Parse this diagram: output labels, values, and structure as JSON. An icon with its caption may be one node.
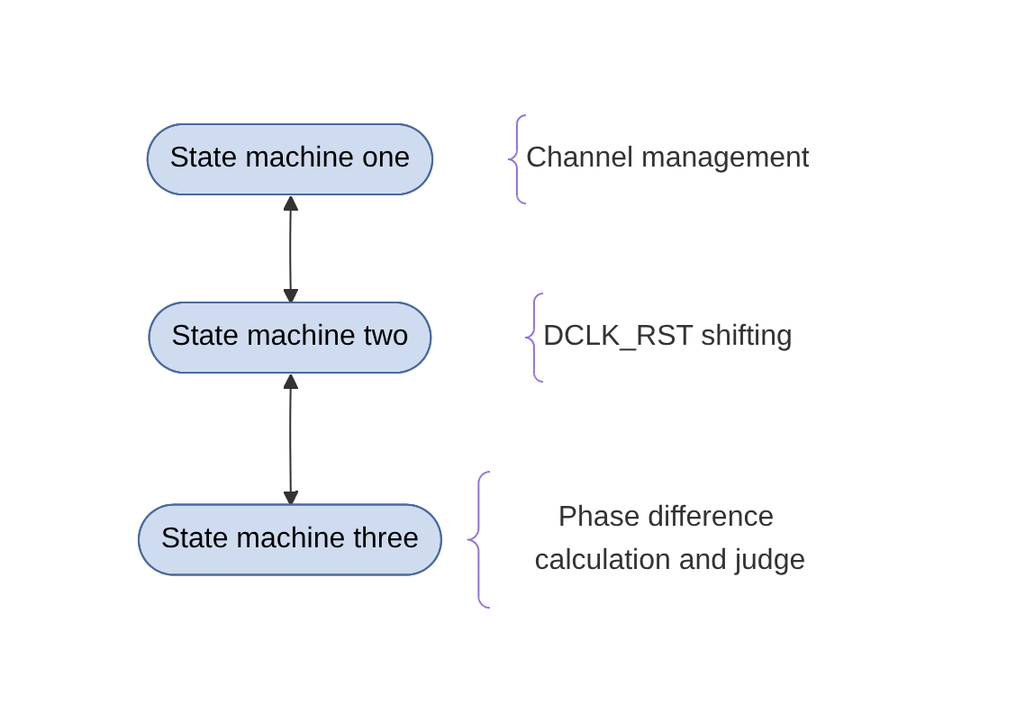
{
  "diagram": {
    "nodes": [
      {
        "text": [
          "State machine one"
        ],
        "beside": [
          "Channel management"
        ]
      },
      {
        "text": [
          "State machine two"
        ],
        "beside": [
          "DCLK_RST shifting"
        ]
      },
      {
        "text": [
          "State machine three"
        ],
        "beside": [
          "Phase difference calculation and judge"
        ]
      }
    ],
    "edges": [
      {
        "from": 0,
        "to": 1,
        "arrow": "both"
      },
      {
        "from": 1,
        "to": 2,
        "arrow": "both"
      }
    ]
  }
}
